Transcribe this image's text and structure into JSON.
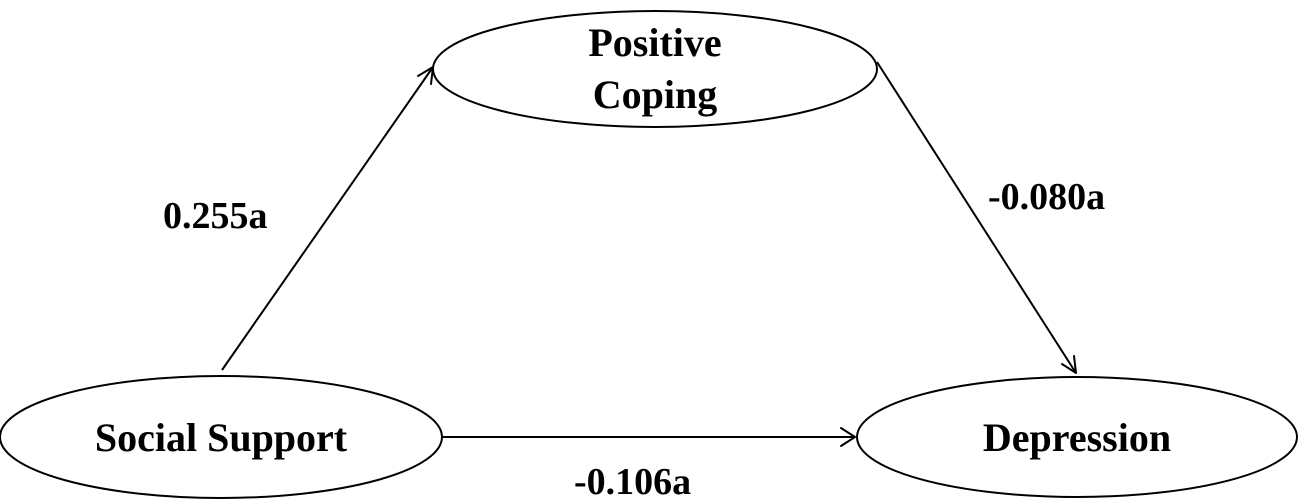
{
  "diagram": {
    "nodes": {
      "positive_coping": {
        "line1": "Positive",
        "line2": "Coping"
      },
      "social_support": {
        "label": "Social Support"
      },
      "depression": {
        "label": "Depression"
      }
    },
    "edges": {
      "support_to_coping": {
        "label": "0.255a"
      },
      "coping_to_depression": {
        "label": "-0.080a"
      },
      "support_to_depression": {
        "label": "-0.106a"
      }
    },
    "colors": {
      "stroke": "#000000",
      "background": "#ffffff"
    }
  }
}
